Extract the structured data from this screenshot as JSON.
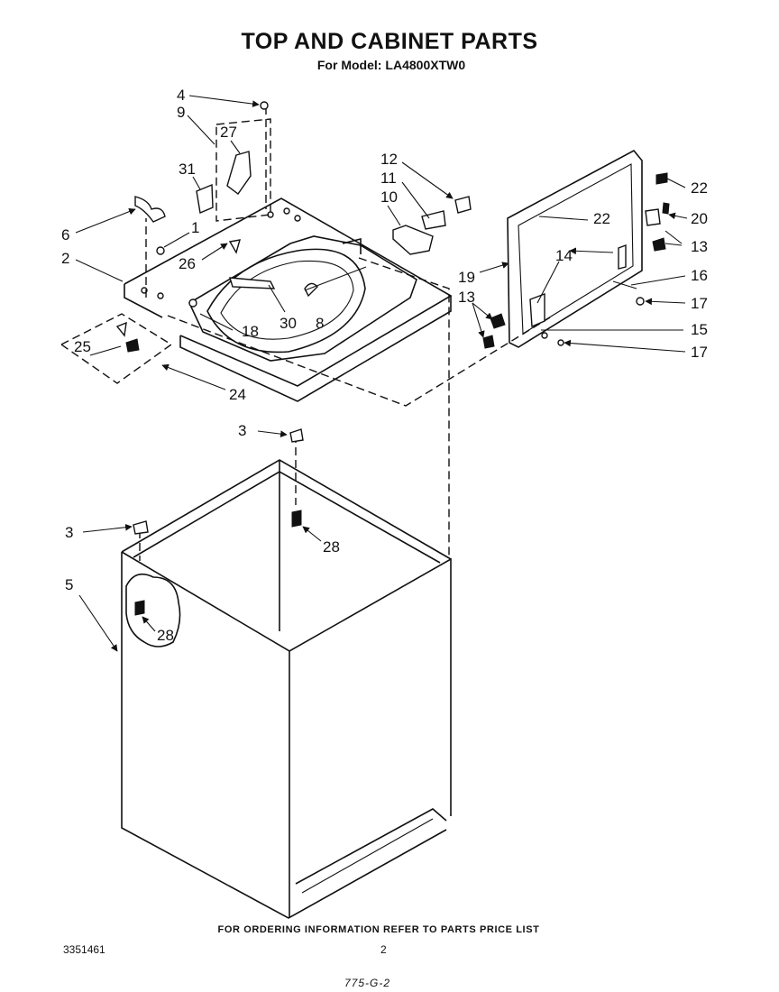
{
  "header": {
    "title": "TOP AND CABINET PARTS",
    "model_prefix": "For Model:",
    "model_number": "LA4800XTW0"
  },
  "callouts": {
    "c1": "1",
    "c2": "2",
    "c3a": "3",
    "c3b": "3",
    "c4": "4",
    "c5": "5",
    "c6": "6",
    "c8": "8",
    "c9": "9",
    "c10": "10",
    "c11": "11",
    "c12": "12",
    "c13a": "13",
    "c13b": "13",
    "c14": "14",
    "c15": "15",
    "c16": "16",
    "c17a": "17",
    "c17b": "17",
    "c18": "18",
    "c19": "19",
    "c20": "20",
    "c22a": "22",
    "c22b": "22",
    "c24": "24",
    "c25": "25",
    "c26": "26",
    "c27": "27",
    "c28a": "28",
    "c28b": "28",
    "c30": "30",
    "c31": "31"
  },
  "footer": {
    "ordering_note": "FOR ORDERING INFORMATION REFER TO PARTS PRICE LIST",
    "document_number": "3351461",
    "page_number": "2",
    "handwritten_code": "775-G-2"
  }
}
